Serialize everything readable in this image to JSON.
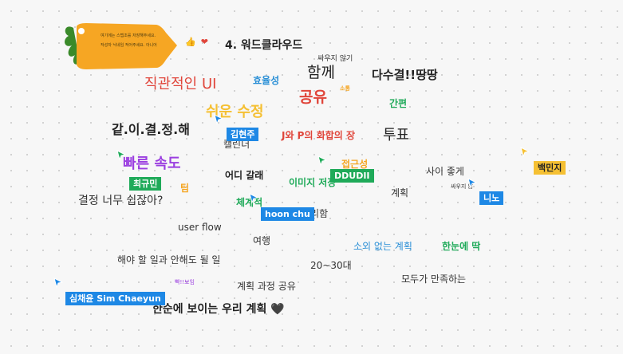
{
  "sticker": {
    "line1": "여기에는 스텝조를 저장해주세요.",
    "line2": "작성자 닉네임 적어주세요. 아니어"
  },
  "toolbar": {
    "thumb_icon": "thumbs-up-icon",
    "heart_icon": "heart-icon"
  },
  "section_title": "4. 워드클라우드",
  "words": [
    {
      "id": "w01",
      "text": "싸우지 않기",
      "color": "#333333"
    },
    {
      "id": "w02",
      "text": "함께",
      "color": "#222222"
    },
    {
      "id": "w03",
      "text": "다수결!!땅땅",
      "color": "#222222"
    },
    {
      "id": "w04",
      "text": "직관적인 UI",
      "color": "#e0453a"
    },
    {
      "id": "w05",
      "text": "효율성",
      "color": "#2a8fd6"
    },
    {
      "id": "w06",
      "text": "소통",
      "color": "#f5a623"
    },
    {
      "id": "w07",
      "text": "공유",
      "color": "#e0453a"
    },
    {
      "id": "w08",
      "text": "간편",
      "color": "#1faa59"
    },
    {
      "id": "w09",
      "text": "쉬운 수정",
      "color": "#f5c033"
    },
    {
      "id": "w10",
      "text": "같.이.결.정.해",
      "color": "#222222"
    },
    {
      "id": "w11",
      "text": "캘린더",
      "color": "#333333"
    },
    {
      "id": "w12",
      "text": "J와 P의 화합의 장",
      "color": "#e0453a"
    },
    {
      "id": "w13",
      "text": "투표",
      "color": "#222222"
    },
    {
      "id": "w14",
      "text": "빠른 속도",
      "color": "#9b3fe0"
    },
    {
      "id": "w15",
      "text": "어디 갈래",
      "color": "#222222"
    },
    {
      "id": "w16",
      "text": "접근성",
      "color": "#f5a623"
    },
    {
      "id": "w17",
      "text": "이미지 저장",
      "color": "#1faa59"
    },
    {
      "id": "w18",
      "text": "사이 좋게",
      "color": "#333333"
    },
    {
      "id": "w19",
      "text": "팀",
      "color": "#f5a623"
    },
    {
      "id": "w20",
      "text": "싸우지 않",
      "color": "#333333"
    },
    {
      "id": "w21",
      "text": "계획",
      "color": "#333333"
    },
    {
      "id": "w22",
      "text": "결정 너무 쉽잖아?",
      "color": "#333333"
    },
    {
      "id": "w23",
      "text": "체계적",
      "color": "#1faa59"
    },
    {
      "id": "w24",
      "text": "편리함",
      "color": "#333333"
    },
    {
      "id": "w25",
      "text": "user flow",
      "color": "#333333"
    },
    {
      "id": "w26",
      "text": "여행",
      "color": "#333333"
    },
    {
      "id": "w27",
      "text": "소외 없는 계획",
      "color": "#2a8fd6"
    },
    {
      "id": "w28",
      "text": "한눈에 딱",
      "color": "#1faa59"
    },
    {
      "id": "w29",
      "text": "해야 할 일과 안해도 될 일",
      "color": "#333333"
    },
    {
      "id": "w30",
      "text": "20~30대",
      "color": "#333333"
    },
    {
      "id": "w31",
      "text": "모두가 만족하는",
      "color": "#333333"
    },
    {
      "id": "w32",
      "text": "빡!!보임",
      "color": "#9b3fe0"
    },
    {
      "id": "w33",
      "text": "계획 과정 공유",
      "color": "#333333"
    },
    {
      "id": "w34",
      "text": "한순에 보이는 우리 계획 🖤",
      "color": "#222222"
    }
  ],
  "collaborators": [
    {
      "id": "c1",
      "name": "김현주",
      "color": "#1e88e5"
    },
    {
      "id": "c2",
      "name": "최규민",
      "color": "#1faa59"
    },
    {
      "id": "c3",
      "name": "DDUDII",
      "color": "#1faa59"
    },
    {
      "id": "c4",
      "name": "백민지",
      "color": "#f5c033"
    },
    {
      "id": "c5",
      "name": "니노",
      "color": "#1e88e5"
    },
    {
      "id": "c6",
      "name": "hoon chu",
      "color": "#1e88e5"
    },
    {
      "id": "c7",
      "name": "심채윤 Sim Chaeyun",
      "color": "#1e88e5"
    }
  ]
}
